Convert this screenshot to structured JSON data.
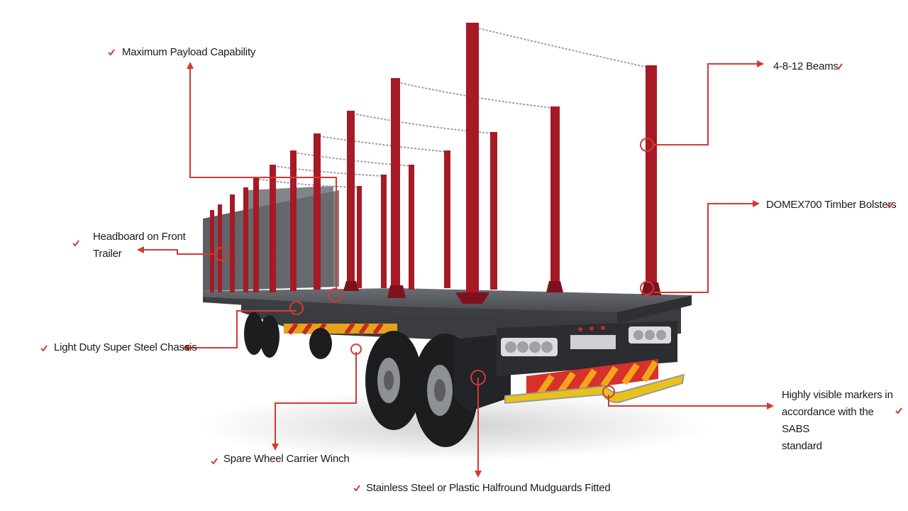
{
  "colors": {
    "accent": "#d33a34",
    "stake": "#a61a26",
    "deck": "#55585c",
    "chassis": "#3a3c40",
    "tyre": "#1c1d1f",
    "marker_red": "#d8302a",
    "marker_yellow": "#f2a51a",
    "bumper": "#e8c21a"
  },
  "icons": {
    "check": "check-icon"
  },
  "features": [
    {
      "text": "Maximum Payload Capability"
    },
    {
      "text": "4-8-12 Beams"
    },
    {
      "text": "DOMEX700 Timber Bolsters"
    },
    {
      "lines": [
        "Headboard on Front",
        "Trailer"
      ]
    },
    {
      "text": "Light Duty Super Steel Chassis"
    },
    {
      "lines": [
        "Highly visible markers in",
        "accordance with the SABS",
        "standard"
      ]
    },
    {
      "text": "Spare Wheel Carrier Winch"
    },
    {
      "text": "Stainless Steel or Plastic Halfround Mudguards Fitted"
    }
  ]
}
